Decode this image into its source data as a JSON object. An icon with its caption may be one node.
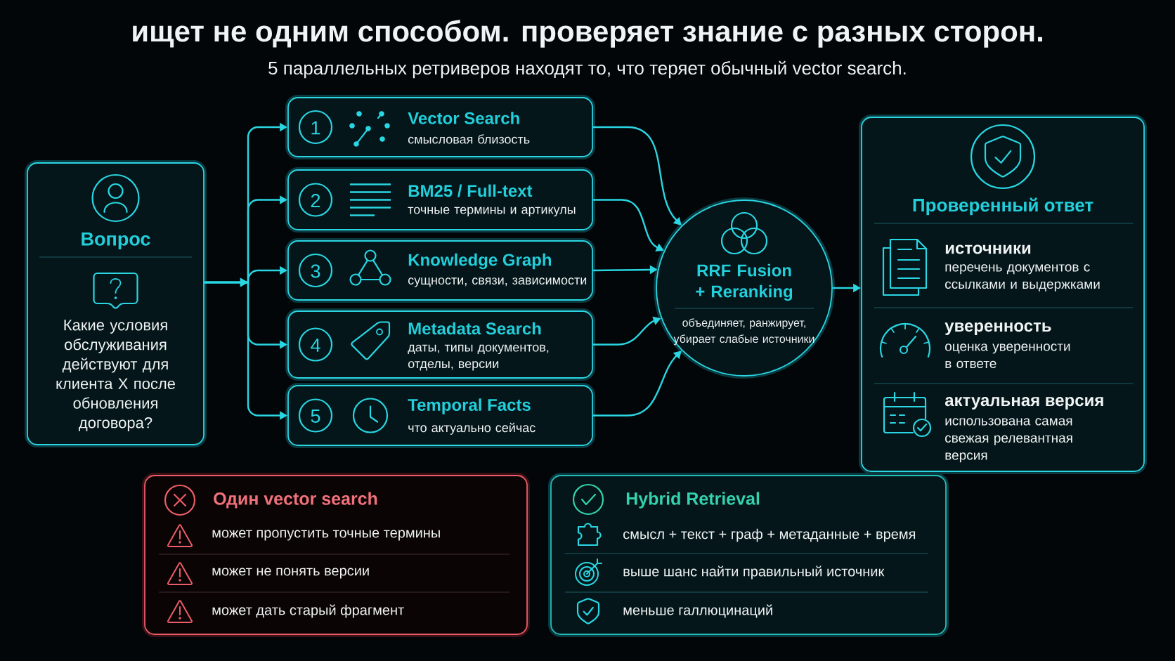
{
  "diagram": {
    "title": "ищет не одним способом. проверяет знание с разных сторон.",
    "nodes": [
      {
        "text": [
          "Вопрос",
          "Какие условия обслуживания действуют для клиента X после обновления договора?"
        ]
      },
      {
        "text": [
          "1",
          "Vector Search",
          "смысловая близость"
        ]
      },
      {
        "text": [
          "2",
          "BM25 / Full-text",
          "точные термины и артикулы"
        ]
      },
      {
        "text": [
          "3",
          "Knowledge Graph",
          "сущности, связи, зависимости"
        ]
      },
      {
        "text": [
          "4",
          "Metadata Search",
          "даты, типы документов, отделы, версии"
        ]
      },
      {
        "text": [
          "5",
          "Temporal Facts",
          "что актуально сейчас"
        ]
      },
      {
        "text": [
          "RRF Fusion + Reranking",
          "объединяет, ранжирует, убирает слабые источники"
        ]
      },
      {
        "text": [
          "Проверенный ответ",
          "источники",
          "перечень документов с ссылками и выдержками",
          "уверенность",
          "оценка уверенности в ответе",
          "актуальная версия",
          "использована самая свежая релевантная версия"
        ]
      },
      {
        "text": [
          "Один vector search",
          "может пропустить точные термины",
          "может не понять версии",
          "может дать старый фрагмент"
        ]
      },
      {
        "text": [
          "Hybrid Retrieval",
          "смысл + текст + граф + метаданные + время",
          "выше шанс найти правильный источник",
          "меньше галлюцинаций"
        ]
      }
    ],
    "edges": [
      {
        "from": 0,
        "to": 1,
        "arrow": "to"
      },
      {
        "from": 0,
        "to": 2,
        "arrow": "to"
      },
      {
        "from": 0,
        "to": 3,
        "arrow": "to"
      },
      {
        "from": 0,
        "to": 4,
        "arrow": "to"
      },
      {
        "from": 0,
        "to": 5,
        "arrow": "to"
      },
      {
        "from": 1,
        "to": 6,
        "arrow": "to"
      },
      {
        "from": 2,
        "to": 6,
        "arrow": "to"
      },
      {
        "from": 3,
        "to": 6,
        "arrow": "to"
      },
      {
        "from": 4,
        "to": 6,
        "arrow": "to"
      },
      {
        "from": 5,
        "to": 6,
        "arrow": "to"
      },
      {
        "from": 6,
        "to": 7,
        "arrow": "to"
      }
    ],
    "labels": [
      "5 параллельных ретриверов находят то, что теряет обычный vector search."
    ]
  }
}
